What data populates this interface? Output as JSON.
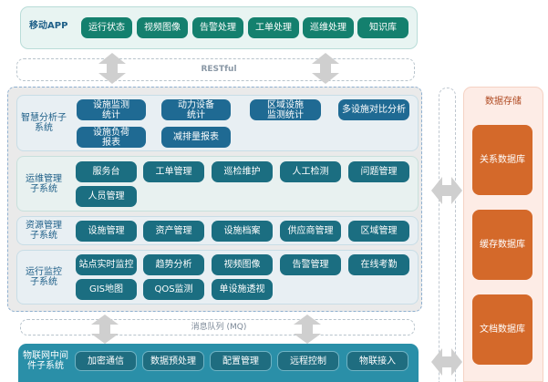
{
  "mobile_app": {
    "label": "移动APP",
    "items": [
      "运行状态",
      "视频图像",
      "告警处理",
      "工单处理",
      "巡维处理",
      "知识库"
    ]
  },
  "restful": {
    "label": "RESTful"
  },
  "subsystems": [
    {
      "label": "智慧分析子\n系统",
      "items": [
        "设施监测\n统计",
        "动力设备\n统计",
        "区域设施\n监测统计",
        "多设施对比分析",
        "设施负荷\n报表",
        "减排量报表"
      ]
    },
    {
      "label": "运维管理\n子系统",
      "items": [
        "服务台",
        "工单管理",
        "巡检维护",
        "人工检测",
        "问题管理",
        "人员管理"
      ]
    },
    {
      "label": "资源管理\n子系统",
      "items": [
        "设施管理",
        "资产管理",
        "设施档案",
        "供应商管理",
        "区域管理"
      ]
    },
    {
      "label": "运行监控\n子系统",
      "items": [
        "站点实时监控",
        "趋势分析",
        "视频图像",
        "告警管理",
        "在线考勤",
        "GIS地图",
        "QOS监测",
        "单设施透视"
      ]
    }
  ],
  "mq": {
    "label": "消息队列 (MQ)"
  },
  "iot": {
    "label": "物联网中间\n件子系统",
    "items": [
      "加密通信",
      "数据预处理",
      "配置管理",
      "远程控制",
      "物联接入"
    ]
  },
  "storage": {
    "label": "数据存储",
    "items": [
      "关系数据库",
      "缓存数据库",
      "文档数据库"
    ]
  },
  "colors": {
    "app_button": "#14806e",
    "analysis_button": "#1f6a93",
    "subsystem_button": "#1b6e81",
    "iot_bar": "#2a8fa8",
    "storage_box": "#d4692a",
    "storage_panel": "#fdece6"
  }
}
